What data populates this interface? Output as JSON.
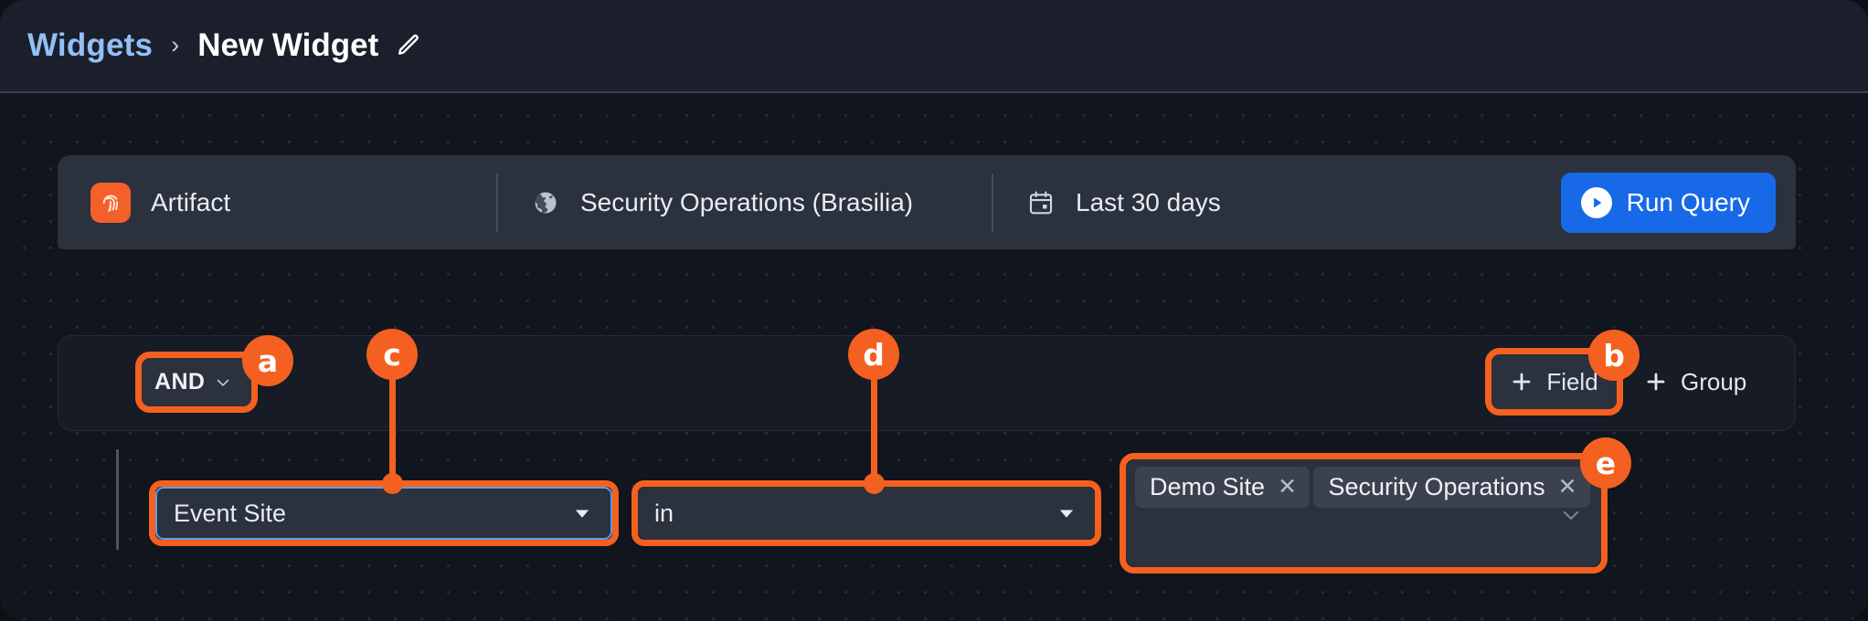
{
  "header": {
    "breadcrumb_root": "Widgets",
    "breadcrumb_separator": "›",
    "breadcrumb_current": "New Widget",
    "edit_icon": "pencil-icon"
  },
  "query_bar": {
    "artifact": {
      "icon": "fingerprint-icon",
      "label": "Artifact"
    },
    "scope": {
      "icon": "globe-icon",
      "label": "Security Operations (Brasilia)"
    },
    "date_range": {
      "icon": "calendar-icon",
      "label": "Last 30 days"
    },
    "run_query": {
      "icon": "play-icon",
      "label": "Run Query"
    }
  },
  "filter_panel": {
    "logic_operator": {
      "value": "AND",
      "icon": "chevron-down-icon"
    },
    "add_field": {
      "icon": "plus-icon",
      "label": "Field"
    },
    "add_group": {
      "icon": "plus-icon",
      "label": "Group"
    }
  },
  "condition": {
    "field": {
      "value": "Event Site",
      "icon": "caret-down-icon"
    },
    "operator": {
      "value": "in",
      "icon": "caret-down-icon"
    },
    "values": {
      "chips": [
        {
          "label": "Demo Site",
          "remove_icon": "close-icon"
        },
        {
          "label": "Security Operations",
          "remove_icon": "close-icon"
        }
      ],
      "icon": "chevron-down-icon"
    }
  },
  "annotations": [
    {
      "id": "a",
      "label": "a",
      "target": "logic-operator-select"
    },
    {
      "id": "b",
      "label": "b",
      "target": "add-field-button"
    },
    {
      "id": "c",
      "label": "c",
      "target": "condition-field-select"
    },
    {
      "id": "d",
      "label": "d",
      "target": "condition-operator-select"
    },
    {
      "id": "e",
      "label": "e",
      "target": "condition-values-multiselect"
    }
  ],
  "colors": {
    "accent_orange": "#f4601f",
    "brand_blue": "#1769e8",
    "link_blue": "#93c0f5",
    "focus_blue": "#5d9ef0",
    "artifact_orange": "#f4602a"
  }
}
